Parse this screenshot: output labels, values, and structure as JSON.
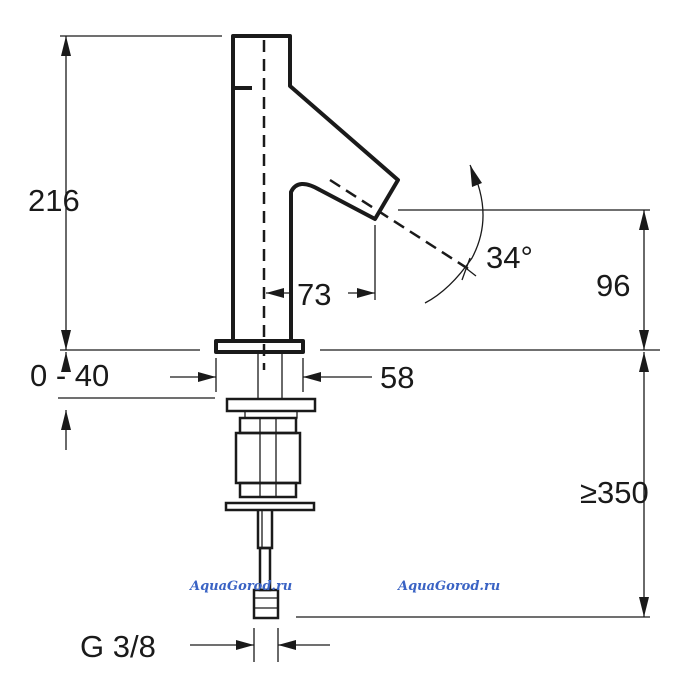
{
  "dimensions": {
    "height_total": "216",
    "spout_height": "96",
    "spout_reach": "73",
    "spout_angle": "34°",
    "deck_thickness": "0 - 40",
    "base_diameter": "58",
    "hose_length": "≥350",
    "connection_thread": "G 3/8"
  },
  "watermarks": [
    "AquaGorod.ru",
    "AquaGorod.ru"
  ]
}
